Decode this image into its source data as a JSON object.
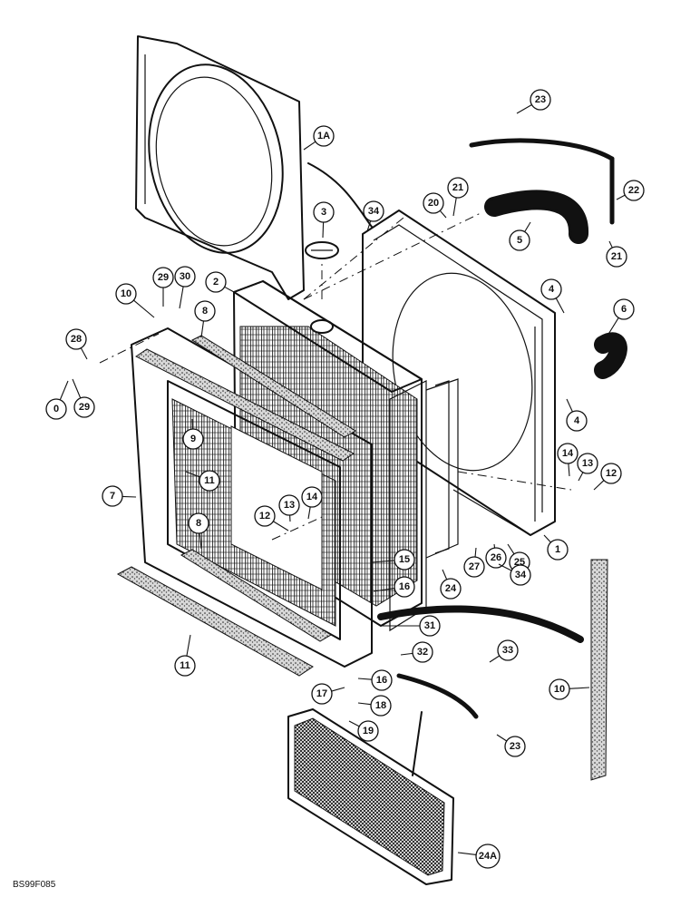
{
  "figure_code": "BS99F085",
  "callouts": [
    "1A",
    "3",
    "34",
    "20",
    "21",
    "23",
    "22",
    "5",
    "21",
    "2",
    "29",
    "30",
    "10",
    "8",
    "4",
    "6",
    "28",
    "29",
    "0",
    "4",
    "9",
    "11",
    "7",
    "14",
    "13",
    "12",
    "13",
    "14",
    "12",
    "8",
    "15",
    "16",
    "27",
    "26",
    "25",
    "1",
    "34",
    "24",
    "11",
    "31",
    "32",
    "16",
    "17",
    "18",
    "19",
    "33",
    "10",
    "23",
    "24A"
  ]
}
